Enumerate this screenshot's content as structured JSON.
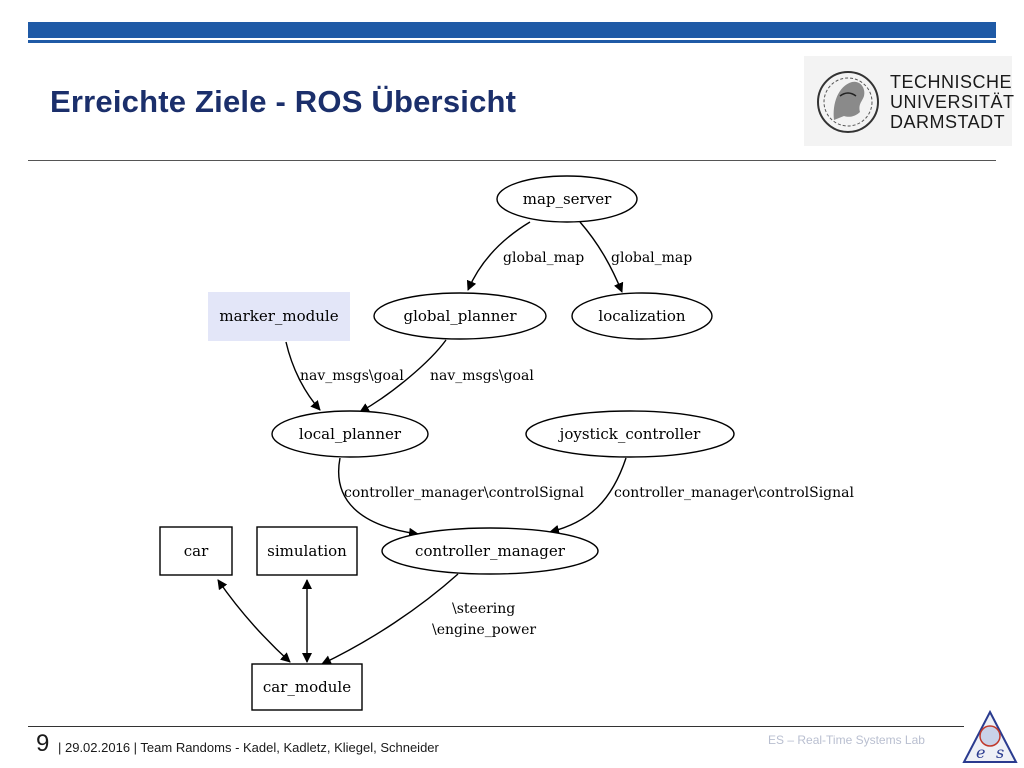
{
  "slide": {
    "title": "Erreichte Ziele - ROS Übersicht",
    "university_logo": [
      "TECHNISCHE",
      "UNIVERSITÄT",
      "DARMSTADT"
    ]
  },
  "diagram": {
    "nodes": {
      "map_server": "map_server",
      "marker_module": "marker_module",
      "global_planner": "global_planner",
      "localization": "localization",
      "local_planner": "local_planner",
      "joystick_controller": "joystick_controller",
      "car": "car",
      "simulation": "simulation",
      "controller_manager": "controller_manager",
      "car_module": "car_module"
    },
    "edges": {
      "map_to_global_planner": "global_map",
      "map_to_localization": "global_map",
      "marker_to_local": "nav_msgs\\goal",
      "global_to_local": "nav_msgs\\goal",
      "local_to_controller": "controller_manager\\controlSignal",
      "joystick_to_controller": "controller_manager\\controlSignal",
      "controller_to_car_module_1": "\\steering",
      "controller_to_car_module_2": "\\engine_power"
    }
  },
  "footer": {
    "page_number": "9",
    "info": "| 29.02.2016  |  Team Randoms - Kadel, Kadletz, Kliegel, Schneider",
    "lab": "ES – Real-Time Systems Lab"
  },
  "colors": {
    "accent": "#1f5aa6",
    "title": "#1b2f6b",
    "marker_fill": "#e3e6f8"
  }
}
